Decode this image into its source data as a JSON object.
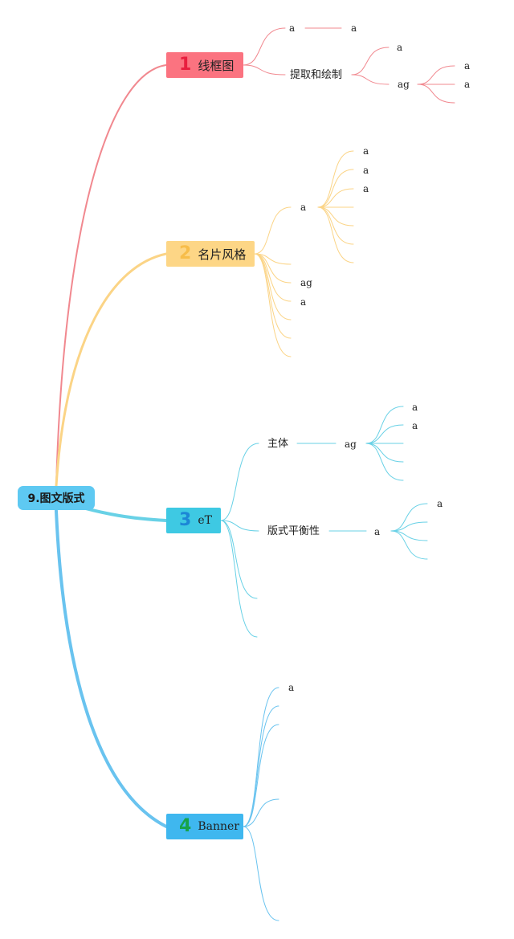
{
  "root": {
    "label": "9.图文版式",
    "color": "#5ec9f2"
  },
  "branches": [
    {
      "number": "1",
      "label": "线框图",
      "color": "#fb7380",
      "line_color": "#f1888f",
      "children": [
        {
          "label": "a",
          "children": [
            {
              "label": "a"
            }
          ]
        },
        {
          "label": "提取和绘制",
          "children": [
            {
              "label": "a"
            },
            {
              "label": "ag",
              "children": [
                {
                  "label": "a"
                },
                {
                  "label": "a"
                },
                {
                  "label": ""
                }
              ]
            }
          ]
        }
      ]
    },
    {
      "number": "2",
      "label": "名片风格",
      "color": "#fdd686",
      "line_color": "#fbd486",
      "children": [
        {
          "label": "a",
          "children": [
            {
              "label": "a"
            },
            {
              "label": "a"
            },
            {
              "label": "a"
            },
            {
              "label": ""
            },
            {
              "label": ""
            },
            {
              "label": ""
            }
          ]
        },
        {
          "label": ""
        },
        {
          "label": "ag"
        },
        {
          "label": "a"
        },
        {
          "label": ""
        },
        {
          "label": ""
        },
        {
          "label": ""
        }
      ]
    },
    {
      "number": "3",
      "label": "eT",
      "color": "#3ec9e3",
      "line_color": "#68d1e6",
      "children": [
        {
          "label": "主体",
          "children": [
            {
              "label": "ag",
              "children": [
                {
                  "label": "a"
                },
                {
                  "label": "a"
                },
                {
                  "label": ""
                },
                {
                  "label": ""
                },
                {
                  "label": ""
                }
              ]
            }
          ]
        },
        {
          "label": "版式平衡性",
          "children": [
            {
              "label": "a",
              "children": [
                {
                  "label": "a"
                },
                {
                  "label": ""
                },
                {
                  "label": ""
                },
                {
                  "label": ""
                }
              ]
            }
          ]
        },
        {
          "label": ""
        },
        {
          "label": ""
        }
      ]
    },
    {
      "number": "4",
      "label": "Banner",
      "color": "#3fb7ef",
      "line_color": "#69c3ef",
      "children": [
        {
          "label": "a"
        },
        {
          "label": ""
        },
        {
          "label": ""
        },
        {
          "label": ""
        },
        {
          "label": ""
        }
      ]
    }
  ]
}
